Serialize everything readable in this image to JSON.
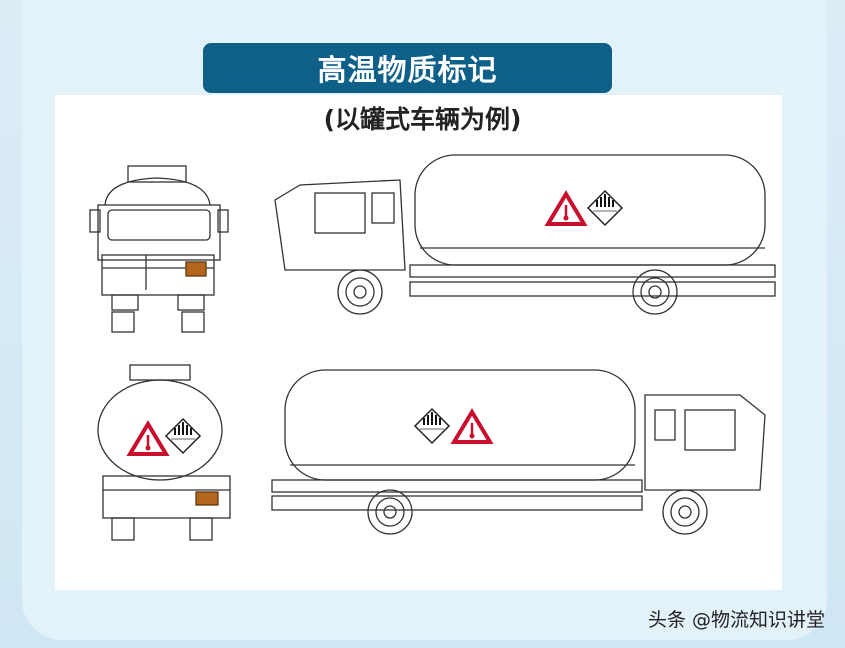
{
  "title": "高温物质标记",
  "subtitle": "(以罐式车辆为例)",
  "watermark": "头条 @物流知识讲堂",
  "colors": {
    "title_bar": "#0e6089",
    "warning_red": "#c8102e",
    "plate_orange": "#b5651d"
  },
  "icons": [
    "high-temperature-warning-icon",
    "miscellaneous-hazard-class-9-icon"
  ]
}
